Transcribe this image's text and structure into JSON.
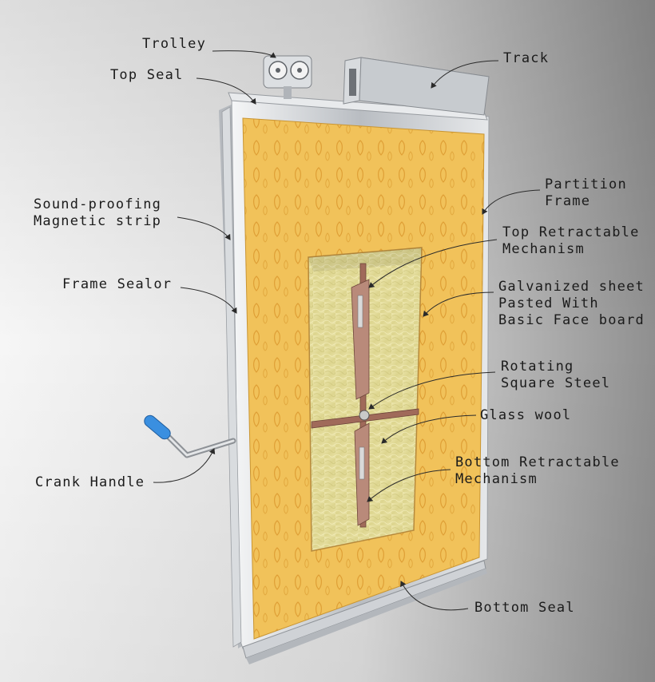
{
  "colors": {
    "background_light": "#f4f4f4",
    "background_dark": "#8d8d8d",
    "face_board": "#f1c25a",
    "face_board_pattern": "#e3a437",
    "glass_wool": "#e2dd9c",
    "frame_aluminum": "#c9ccd0",
    "rod_steel": "#a06a5a",
    "handle_grip": "#3a8fe0"
  },
  "icons": [
    "trolley-icon",
    "track-icon",
    "crank-handle-icon"
  ],
  "labels": {
    "trolley": "Trolley",
    "top_seal": "Top Seal",
    "track": "Track",
    "partition_frame_1": "Partition",
    "partition_frame_2": "Frame",
    "sound_proofing_1": "Sound-proofing",
    "sound_proofing_2": "Magnetic strip",
    "top_retractable_1": "Top Retractable",
    "top_retractable_2": "Mechanism",
    "frame_sealor": "Frame Sealor",
    "galvanized_1": "Galvanized sheet",
    "galvanized_2": "Pasted With",
    "galvanized_3": "Basic Face board",
    "rotating_1": "Rotating",
    "rotating_2": "Square Steel",
    "glass_wool": "Glass wool",
    "bottom_retractable_1": "Bottom Retractable",
    "bottom_retractable_2": "Mechanism",
    "crank_handle": "Crank Handle",
    "bottom_seal": "Bottom Seal"
  }
}
